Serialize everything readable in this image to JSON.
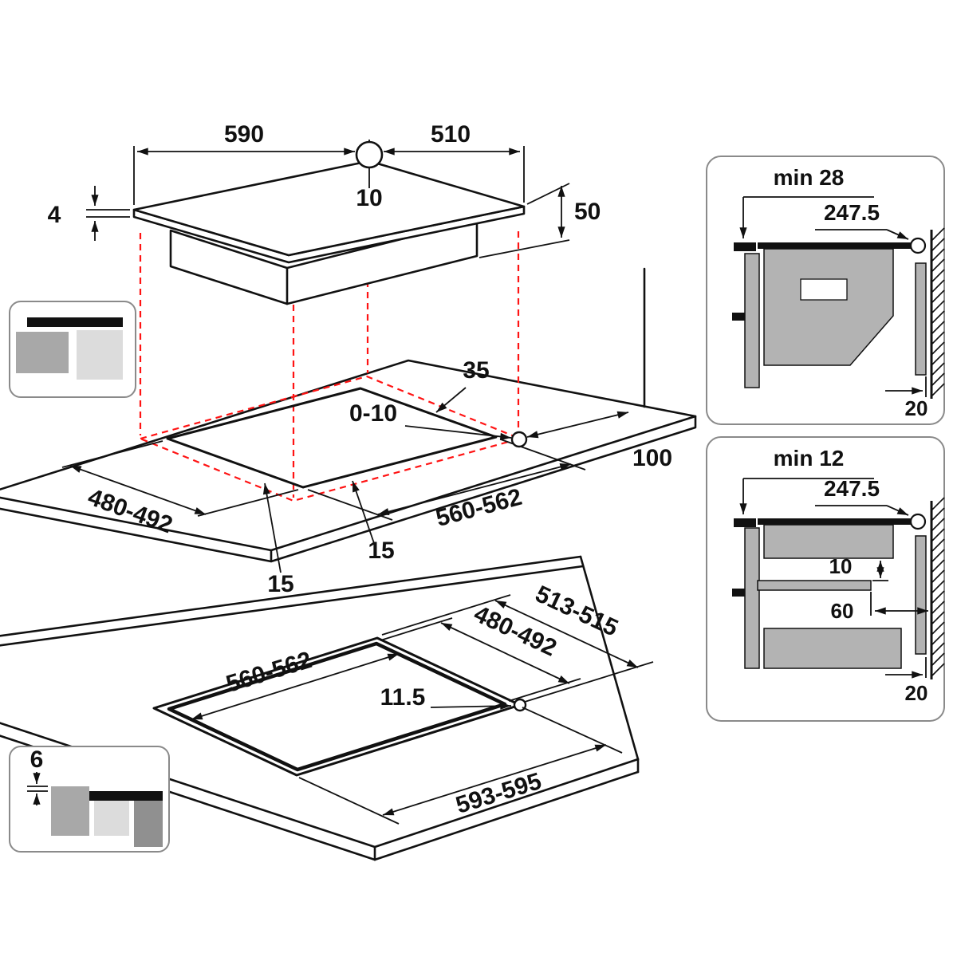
{
  "hob_view": {
    "width": "590",
    "depth": "510",
    "hole_diameter": "10",
    "glass_thickness": "4",
    "body_height": "50"
  },
  "worktop_view": {
    "cutout_depth": "480-492",
    "cutout_width": "560-562",
    "corner_radius": "35",
    "hole_offset": "0-10",
    "side_clearance": "100",
    "margin_side": "15",
    "margin_front": "15"
  },
  "flush_view": {
    "outer_depth": "513-515",
    "inner_depth": "480-492",
    "inner_width": "560-562",
    "corner_detail": "11.5",
    "outer_width": "593-595"
  },
  "detail_standard": {
    "min_clearance": "min 28",
    "rear_distance": "247.5",
    "wall_gap": "20"
  },
  "detail_thin": {
    "min_clearance": "min 12",
    "rear_distance": "247.5",
    "shelf_gap": "10",
    "vent_clearance": "60",
    "wall_gap": "20"
  },
  "flush_inset": {
    "step_depth": "6"
  },
  "colors": {
    "line": "#111111",
    "projection_red": "#ff1313",
    "gray_medium": "#b3b3b3",
    "gray_light": "#dcdcdc",
    "gray_dark": "#909090"
  }
}
